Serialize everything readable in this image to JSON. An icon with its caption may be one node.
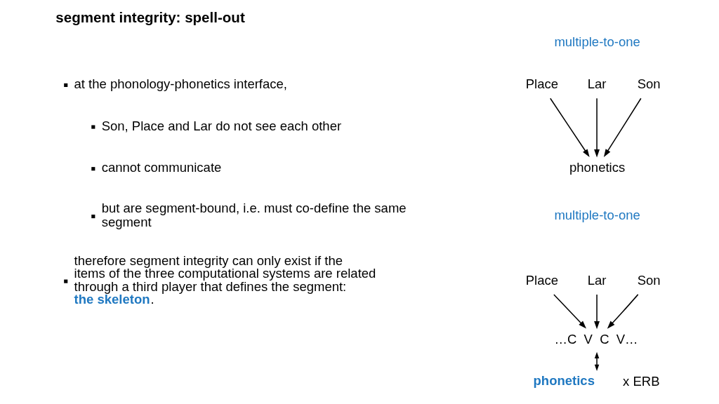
{
  "diagram": {
    "title": "segment integrity: spell-out",
    "nodes": [
      {
        "text": [
          "Place"
        ]
      },
      {
        "text": [
          "Lar"
        ]
      },
      {
        "text": [
          "Son"
        ]
      },
      {
        "text": [
          "phonetics"
        ]
      },
      {
        "text": [
          "Place"
        ]
      },
      {
        "text": [
          "Lar"
        ]
      },
      {
        "text": [
          "Son"
        ]
      },
      {
        "text": [
          "…C  V  C  V…"
        ]
      },
      {
        "text": [
          "x ERB"
        ],
        "beside": [
          "phonetics"
        ]
      }
    ],
    "edges": [
      {
        "from": 0,
        "to": 3,
        "arrow": "to"
      },
      {
        "from": 1,
        "to": 3,
        "arrow": "to"
      },
      {
        "from": 2,
        "to": 3,
        "arrow": "to"
      },
      {
        "from": 4,
        "to": 7,
        "arrow": "to"
      },
      {
        "from": 5,
        "to": 7,
        "arrow": "to"
      },
      {
        "from": 6,
        "to": 7,
        "arrow": "to"
      },
      {
        "from": 7,
        "to": 8,
        "arrow": "both"
      }
    ],
    "labels": [
      "multiple-to-one",
      "at the phonology-phonetics interface,",
      "Son, Place and Lar do not see each other",
      "cannot communicate",
      "but are segment-bound, i.e. must co-define the same segment",
      "multiple-to-one",
      "therefore segment integrity can only exist if the items of the three computational systems are related through a third player that defines the segment: **the skeleton**."
    ]
  }
}
